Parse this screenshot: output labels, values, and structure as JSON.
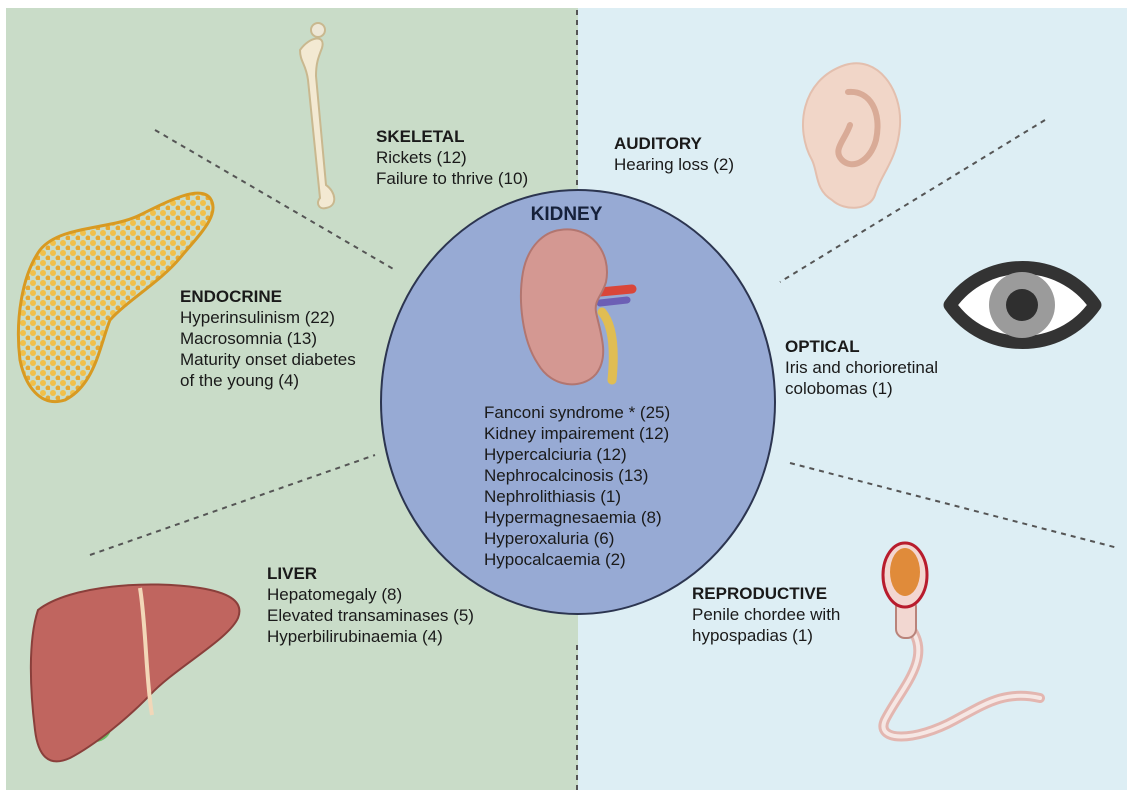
{
  "center": {
    "title": "KIDNEY",
    "items": [
      "Fanconi syndrome * (25)",
      "Kidney impairement (12)",
      "Hypercalciuria (12)",
      "Nephrocalcinosis (13)",
      "Nephrolithiasis (1)",
      "Hypermagnesaemia (8)",
      "Hyperoxaluria (6)",
      "Hypocalcaemia (2)"
    ]
  },
  "groups": {
    "skeletal": {
      "title": "SKELETAL",
      "items": [
        "Rickets (12)",
        "Failure to thrive (10)"
      ]
    },
    "endocrine": {
      "title": "ENDOCRINE",
      "items": [
        "Hyperinsulinism (22)",
        "Macrosomnia (13)",
        "Maturity onset diabetes",
        "of the young (4)"
      ]
    },
    "liver": {
      "title": "LIVER",
      "items": [
        "Hepatomegaly (8)",
        "Elevated transaminases (5)",
        "Hyperbilirubinaemia (4)"
      ]
    },
    "auditory": {
      "title": "AUDITORY",
      "items": [
        "Hearing loss (2)"
      ]
    },
    "optical": {
      "title": "OPTICAL",
      "items": [
        "Iris and chorioretinal",
        "colobomas (1)"
      ]
    },
    "reproductive": {
      "title": "REPRODUCTIVE",
      "items": [
        "Penile chordee with",
        "hypospadias (1)"
      ]
    }
  },
  "icons": [
    "bone-icon",
    "ear-icon",
    "eye-icon",
    "pancreas-icon",
    "kidney-icon",
    "liver-icon",
    "sperm-icon"
  ],
  "colors": {
    "left_panel": "#c9dcc8",
    "right_panel": "#ddeef4",
    "kidney_circle": "#97aad4",
    "kidney_outline": "#2c3550"
  }
}
